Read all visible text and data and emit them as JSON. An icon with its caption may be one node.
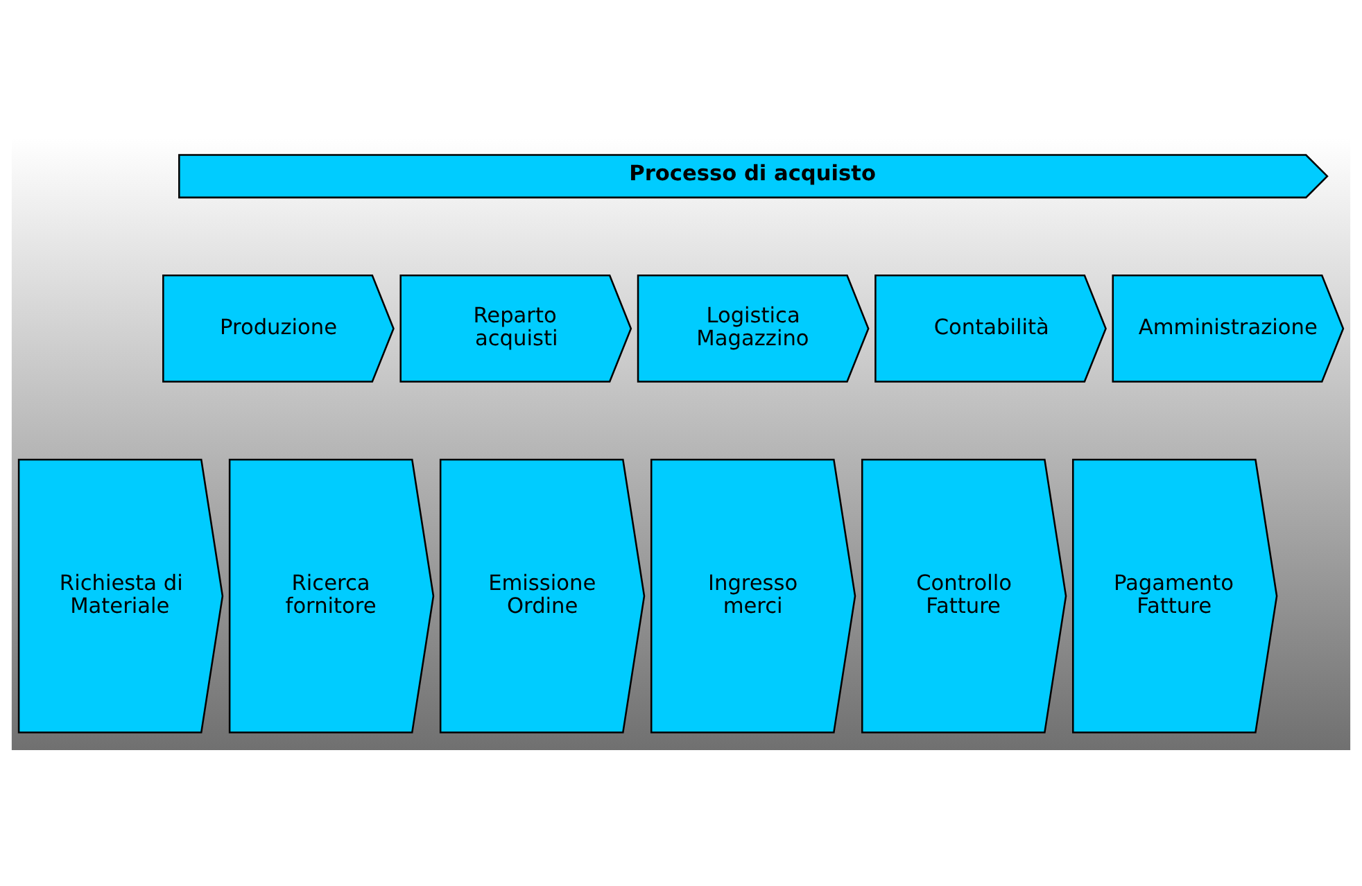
{
  "diagram": {
    "nodes": [
      {
        "text": [
          "Processo di acquisto"
        ]
      },
      {
        "text": [
          "Produzione"
        ]
      },
      {
        "text": [
          "Reparto acquisti"
        ]
      },
      {
        "text": [
          "Logistica Magazzino"
        ]
      },
      {
        "text": [
          "Contabilità"
        ]
      },
      {
        "text": [
          "Amministrazione"
        ]
      },
      {
        "text": [
          "Richiesta di Materiale"
        ]
      },
      {
        "text": [
          "Ricerca fornitore"
        ]
      },
      {
        "text": [
          "Emissione Ordine"
        ]
      },
      {
        "text": [
          "Ingresso merci"
        ]
      },
      {
        "text": [
          "Controllo Fatture"
        ]
      },
      {
        "text": [
          "Pagamento Fatture"
        ]
      }
    ],
    "edges": []
  }
}
